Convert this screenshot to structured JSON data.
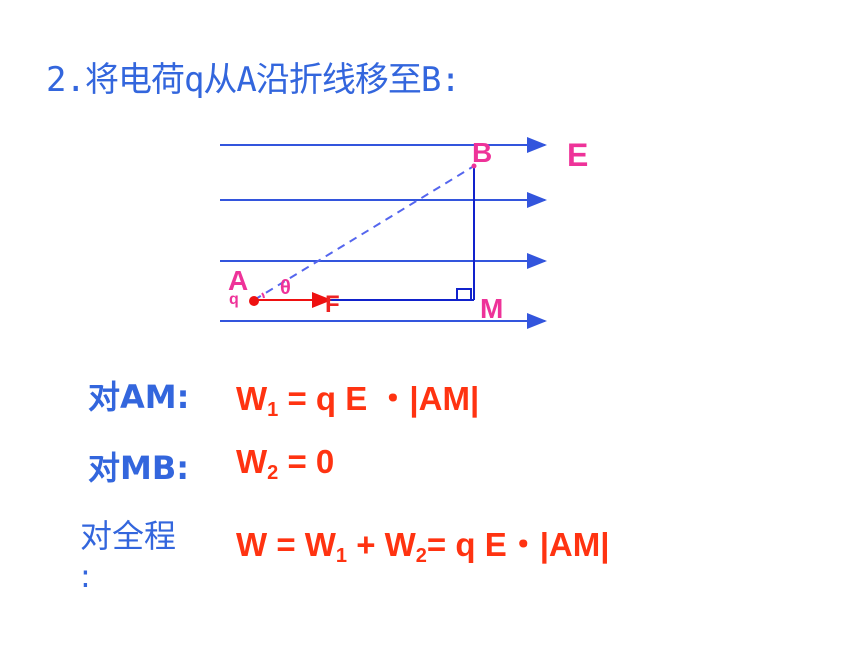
{
  "title": "2.将电荷q从A沿折线移至B:",
  "diagram": {
    "field_label": "E",
    "point_a": "A",
    "point_b": "B",
    "point_m": "M",
    "charge": "q",
    "force": "F",
    "angle": "θ",
    "colors": {
      "field_lines": "#3355dd",
      "path": "#1122cc",
      "force": "#ee1111",
      "labels": "#ee3399"
    }
  },
  "rows": [
    {
      "label": "对AM:",
      "formula": {
        "lhs": "W",
        "lhs_sub": "1",
        "rhs": " = q E ・|AM|"
      }
    },
    {
      "label": "对MB:",
      "formula": {
        "lhs": "W",
        "lhs_sub": "2",
        "rhs": " = 0"
      }
    },
    {
      "label_line1": "对全程",
      "label_line2": ":",
      "formula": {
        "p1": "W = W",
        "s1": "1",
        "p2": " + W",
        "s2": "2",
        "p3": "= q E・|AM|"
      }
    }
  ]
}
